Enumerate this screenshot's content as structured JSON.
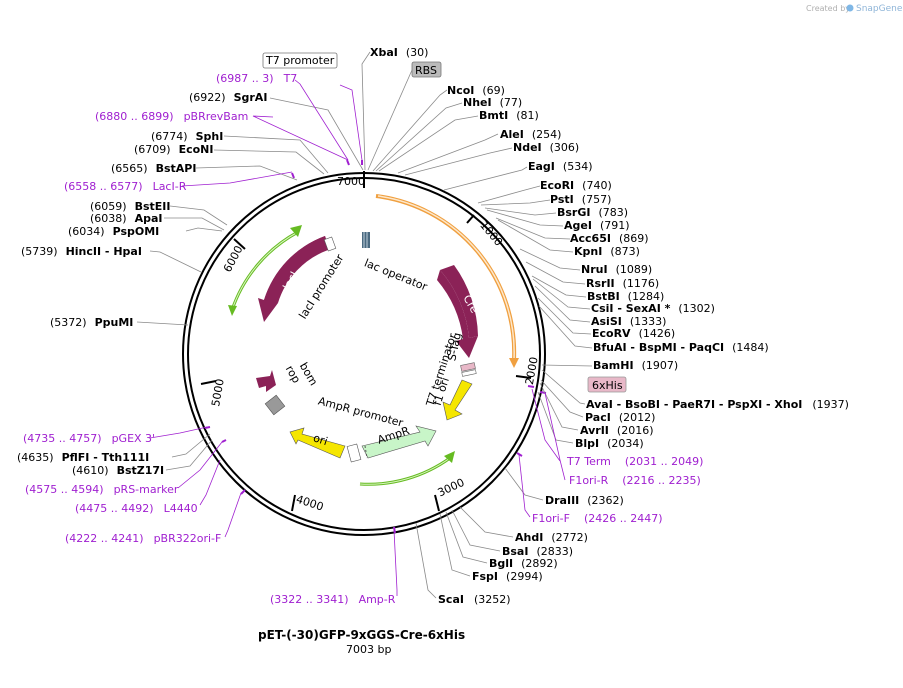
{
  "watermark": {
    "prefix": "Created by",
    "brand": "SnapGene"
  },
  "plasmid": {
    "name": "pET-(-30)GFP-9xGGS-Cre-6xHis",
    "size": "7003 bp"
  },
  "tick_labels": [
    "1000",
    "2000",
    "3000",
    "4000",
    "5000",
    "6000",
    "7000"
  ],
  "boxed_labels": {
    "t7_promoter": "T7 promoter",
    "rbs": "RBS",
    "his": "6xHis"
  },
  "inner_features": {
    "lac_operator": "lac operator",
    "cre": "Cre",
    "s_tag": "S-Tag",
    "t7_terminator": "T7 terminator",
    "f1_ori": "f1 ori",
    "ampr_promoter": "AmpR promoter",
    "ampr": "AmpR",
    "ori": "ori",
    "rop": "rop",
    "bom": "bom",
    "laci_promoter": "lacI promoter",
    "laci": "lacI"
  },
  "right_sites": [
    {
      "name": "XbaI",
      "pos": "(30)"
    },
    {
      "name": "NcoI",
      "pos": "(69)"
    },
    {
      "name": "NheI",
      "pos": "(77)"
    },
    {
      "name": "BmtI",
      "pos": "(81)"
    },
    {
      "name": "AleI",
      "pos": "(254)"
    },
    {
      "name": "NdeI",
      "pos": "(306)"
    },
    {
      "name": "EagI",
      "pos": "(534)"
    },
    {
      "name": "EcoRI",
      "pos": "(740)"
    },
    {
      "name": "PstI",
      "pos": "(757)"
    },
    {
      "name": "BsrGI",
      "pos": "(783)"
    },
    {
      "name": "AgeI",
      "pos": "(791)"
    },
    {
      "name": "Acc65I",
      "pos": "(869)"
    },
    {
      "name": "KpnI",
      "pos": "(873)"
    },
    {
      "name": "NruI",
      "pos": "(1089)"
    },
    {
      "name": "RsrII",
      "pos": "(1176)"
    },
    {
      "name": "BstBI",
      "pos": "(1284)"
    },
    {
      "name": "CsiI  -  SexAI *",
      "pos": "(1302)"
    },
    {
      "name": "AsiSI",
      "pos": "(1333)"
    },
    {
      "name": "EcoRV",
      "pos": "(1426)"
    },
    {
      "name": "BfuAI  -  BspMI  -  PaqCI",
      "pos": "(1484)"
    },
    {
      "name": "BamHI",
      "pos": "(1907)"
    },
    {
      "name": "AvaI  -  BsoBI  -  PaeR7I  -  PspXI  -  XhoI",
      "pos": "(1937)"
    },
    {
      "name": "PacI",
      "pos": "(2012)"
    },
    {
      "name": "AvrII",
      "pos": "(2016)"
    },
    {
      "name": "BlpI",
      "pos": "(2034)"
    },
    {
      "name": "DraIII",
      "pos": "(2362)"
    },
    {
      "name": "AhdI",
      "pos": "(2772)"
    },
    {
      "name": "BsaI",
      "pos": "(2833)"
    },
    {
      "name": "BglI",
      "pos": "(2892)"
    },
    {
      "name": "FspI",
      "pos": "(2994)"
    },
    {
      "name": "ScaI",
      "pos": "(3252)"
    }
  ],
  "right_features": [
    {
      "name": "T7 Term",
      "range": "(2031 .. 2049)"
    },
    {
      "name": "F1ori-R",
      "range": "(2216 .. 2235)"
    },
    {
      "name": "F1ori-F",
      "range": "(2426 .. 2447)"
    },
    {
      "name": "Amp-R",
      "range": "(3322 .. 3341)"
    }
  ],
  "left_sites": [
    {
      "name": "SgrAI",
      "pos": "(6922)"
    },
    {
      "name": "SphI",
      "pos": "(6774)"
    },
    {
      "name": "EcoNI",
      "pos": "(6709)"
    },
    {
      "name": "BstAPI",
      "pos": "(6565)"
    },
    {
      "name": "BstEII",
      "pos": "(6059)"
    },
    {
      "name": "ApaI",
      "pos": "(6038)"
    },
    {
      "name": "PspOMI",
      "pos": "(6034)"
    },
    {
      "name": "HincII  -  HpaI",
      "pos": "(5739)"
    },
    {
      "name": "PpuMI",
      "pos": "(5372)"
    },
    {
      "name": "PflFI  -  Tth111I",
      "pos": "(4635)"
    },
    {
      "name": "BstZ17I",
      "pos": "(4610)"
    }
  ],
  "left_features": [
    {
      "name": "T7",
      "range": "(6987 .. 3)"
    },
    {
      "name": "pBRrevBam",
      "range": "(6880 .. 6899)"
    },
    {
      "name": "LacI-R",
      "range": "(6558 .. 6577)"
    },
    {
      "name": "pGEX 3'",
      "range": "(4735 .. 4757)"
    },
    {
      "name": "pRS-marker",
      "range": "(4575 .. 4594)"
    },
    {
      "name": "L4440",
      "range": "(4475 .. 4492)"
    },
    {
      "name": "pBR322ori-F",
      "range": "(4222 .. 4241)"
    }
  ],
  "colors": {
    "cre": "#8b2257",
    "ori": "#f5e600",
    "ampr": "#c8f5c8",
    "gfp_arrow": "#66bb22",
    "orange": "#f0a040",
    "purple": "#a020d0",
    "boxed_gray": "#bbbbbb",
    "his_pink": "#e8b8c8"
  }
}
